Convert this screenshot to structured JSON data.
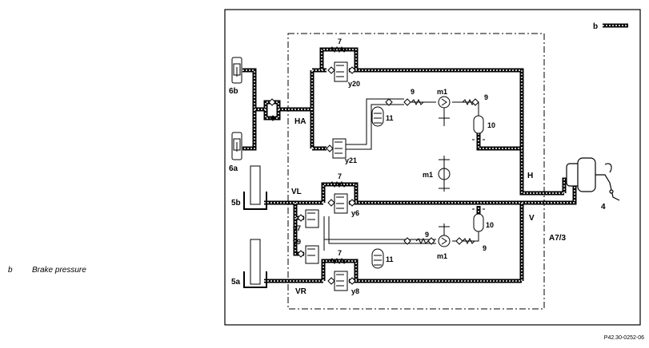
{
  "legend": {
    "key": "b",
    "description": "Brake pressure"
  },
  "reference": "P42.30-0252-06",
  "diagram": {
    "legend_label": "b",
    "labels": {
      "c6b": "6b",
      "c6a": "6a",
      "c5b": "5b",
      "c5a": "5a",
      "ha": "HA",
      "vl": "VL",
      "vr": "VR",
      "h": "H",
      "v": "V",
      "a73": "A7/3",
      "c4": "4",
      "n7a": "7",
      "n7b": "7",
      "n7c": "7",
      "y20": "y20",
      "y21": "y21",
      "y6": "y6",
      "y7": "y7",
      "y9": "y9",
      "y8": "y8",
      "n9a": "9",
      "n9b": "9",
      "n9c": "9",
      "n9d": "9",
      "m1a": "m1",
      "m1b": "m1",
      "m1c": "m1",
      "n10a": "10",
      "n10b": "10",
      "n11a": "11",
      "n11b": "11"
    }
  }
}
